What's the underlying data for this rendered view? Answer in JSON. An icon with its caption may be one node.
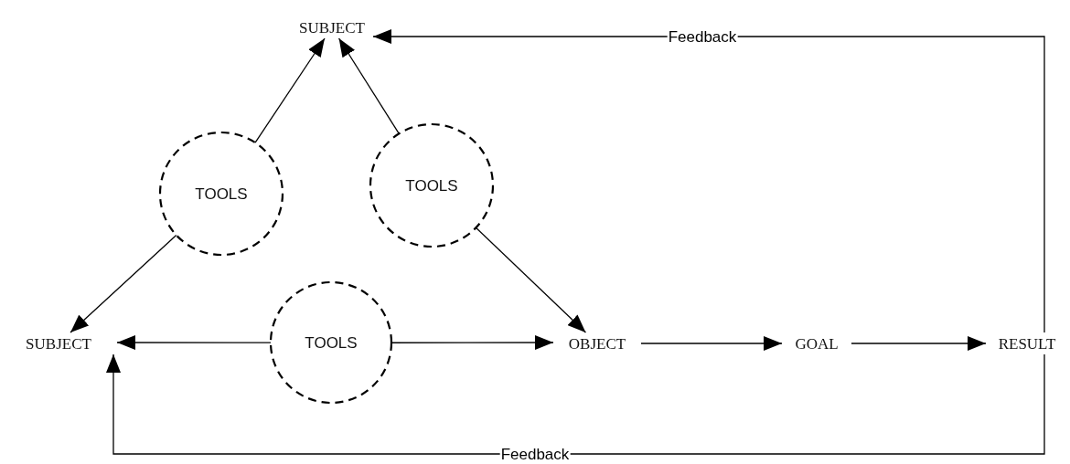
{
  "diagram": {
    "nodes": [
      {
        "text": [
          "SUBJECT"
        ]
      },
      {
        "text": [
          "TOOLS"
        ]
      },
      {
        "text": [
          "TOOLS"
        ]
      },
      {
        "text": [
          "SUBJECT"
        ]
      },
      {
        "text": [
          "TOOLS"
        ]
      },
      {
        "text": [
          "OBJECT"
        ]
      },
      {
        "text": [
          "GOAL"
        ]
      },
      {
        "text": [
          "RESULT"
        ]
      }
    ],
    "edges": [
      {
        "from": 1,
        "to": 0,
        "arrow": "to"
      },
      {
        "from": 1,
        "to": 3,
        "arrow": "to"
      },
      {
        "from": 2,
        "to": 0,
        "arrow": "to"
      },
      {
        "from": 2,
        "to": 5,
        "arrow": "to"
      },
      {
        "from": 4,
        "to": 3,
        "arrow": "to"
      },
      {
        "from": 4,
        "to": 5,
        "arrow": "to"
      },
      {
        "from": 5,
        "to": 6,
        "arrow": "to"
      },
      {
        "from": 6,
        "to": 7,
        "arrow": "to"
      },
      {
        "from": 7,
        "to": 0,
        "label": "Feedback",
        "arrow": "to"
      },
      {
        "from": 7,
        "to": 3,
        "label": "Feedback",
        "arrow": "to"
      }
    ]
  }
}
